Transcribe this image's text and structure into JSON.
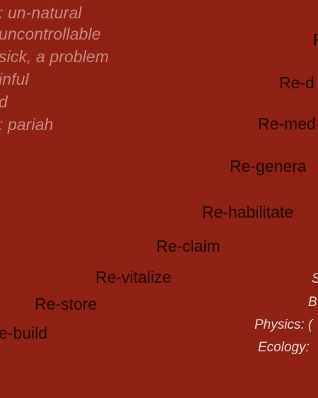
{
  "negative_terms": [
    ": un-natural",
    "uncontrollable",
    "sick, a problem",
    "inful",
    "d",
    ": pariah"
  ],
  "re_words": [
    "R",
    "Re-d",
    "Re-med",
    "Re-genera",
    "Re-habilitate",
    "Re-claim",
    "Re-vitalize",
    "Re-store",
    "e-build"
  ],
  "fields": [
    "S",
    "B",
    "Physics: (",
    "Ecology:"
  ],
  "colors": {
    "background": "#8f2114",
    "negative_text": "#c98a86",
    "re_text": "#1c0805",
    "field_text": "#e4dcda"
  }
}
